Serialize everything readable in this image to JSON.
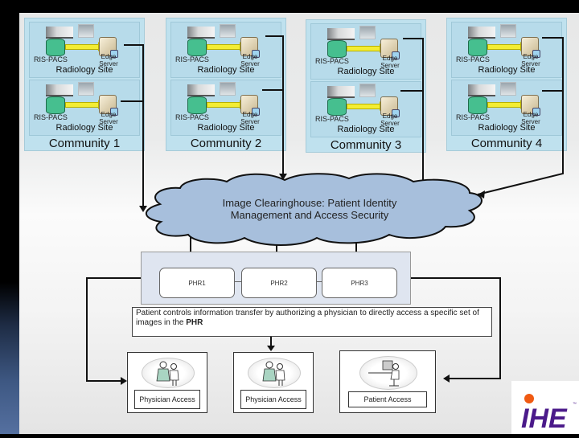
{
  "communities": [
    {
      "name": "Community 1",
      "sites": [
        {
          "label": "Radiology Site",
          "ris": "RIS-PACS",
          "edge": [
            "Edge",
            "Server"
          ]
        },
        {
          "label": "Radiology Site",
          "ris": "RIS-PACS",
          "edge": [
            "Edge",
            "Server"
          ]
        }
      ]
    },
    {
      "name": "Community 2",
      "sites": [
        {
          "label": "Radiology Site",
          "ris": "RIS-PACS",
          "edge": [
            "Edge",
            "Server"
          ]
        },
        {
          "label": "Radiology Site",
          "ris": "RIS-PACS",
          "edge": [
            "Edge",
            "Server"
          ]
        }
      ]
    },
    {
      "name": "Community 3",
      "sites": [
        {
          "label": "Radiology Site",
          "ris": "RIS-PACS",
          "edge": [
            "Edge",
            "Server"
          ]
        },
        {
          "label": "Radiology Site",
          "ris": "RIS-PACS",
          "edge": [
            "Edge",
            "Server"
          ]
        }
      ]
    },
    {
      "name": "Community 4",
      "sites": [
        {
          "label": "Radiology Site",
          "ris": "RIS-PACS",
          "edge": [
            "Edge",
            "Server"
          ]
        },
        {
          "label": "Radiology Site",
          "ris": "RIS-PACS",
          "edge": [
            "Edge",
            "Server"
          ]
        }
      ]
    }
  ],
  "clearinghouse": {
    "line1": "Image Clearinghouse: Patient Identity",
    "line2": "Management and Access Security"
  },
  "phr": [
    "PHR1",
    "PHR2",
    "PHR3"
  ],
  "note": {
    "text_main": "Patient controls information transfer by authorizing a physician to directly access a specific set of images in the ",
    "text_bold": "PHR"
  },
  "access": [
    {
      "label": "Physician Access",
      "icon": "physician-icon"
    },
    {
      "label": "Physician Access",
      "icon": "physician-icon"
    },
    {
      "label": "Patient Access",
      "icon": "patient-computer-icon"
    }
  ],
  "logo": {
    "text": "IHE",
    "trademark": "™"
  },
  "colors": {
    "community_bg": "#bfe1ee",
    "cloud_fill": "#a7bfdc",
    "phr_panel": "#dfe5f0",
    "logo_purple": "#4b1a8a",
    "logo_dot": "#f05a12"
  }
}
